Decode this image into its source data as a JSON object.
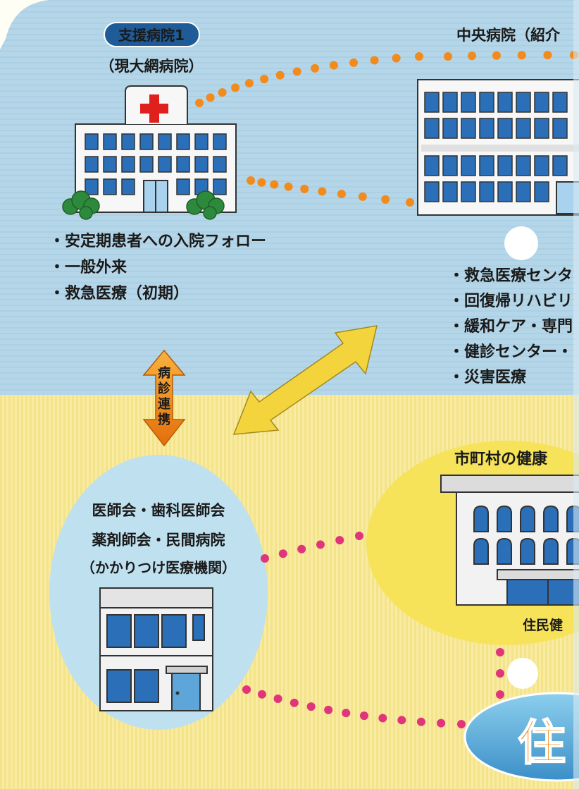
{
  "support_hospital": {
    "badge": "支援病院1",
    "name": "（現大網病院）",
    "roles": [
      "・安定期患者への入院フォロー",
      "・一般外来",
      "・救急医療（初期）"
    ]
  },
  "central_hospital": {
    "title": "中央病院（紹介",
    "roles": [
      "・救急医療センタ",
      "・回復帰リハビリ",
      "・緩和ケア・専門",
      "・健診センター・",
      "・災害医療"
    ]
  },
  "referral": {
    "chars": [
      "病",
      "診",
      "連",
      "携"
    ]
  },
  "clinic": {
    "line1": "医師会・歯科医師会",
    "line2": "薬剤師会・民間病院",
    "line3": "（かかりつけ医療機関）"
  },
  "municipal": {
    "title": "市町村の健康",
    "caption": "住民健"
  },
  "residents": {
    "label": "住"
  },
  "colors": {
    "sky": "#b4d6e8",
    "sand": "#f8eba2",
    "dot_orange": "#f28a1c",
    "dot_pink": "#e0357a",
    "badge": "#1f5b97",
    "cross": "#e0201c",
    "arrow_yellow": "#f4d43c",
    "arrow_orange": "#f08a10"
  }
}
